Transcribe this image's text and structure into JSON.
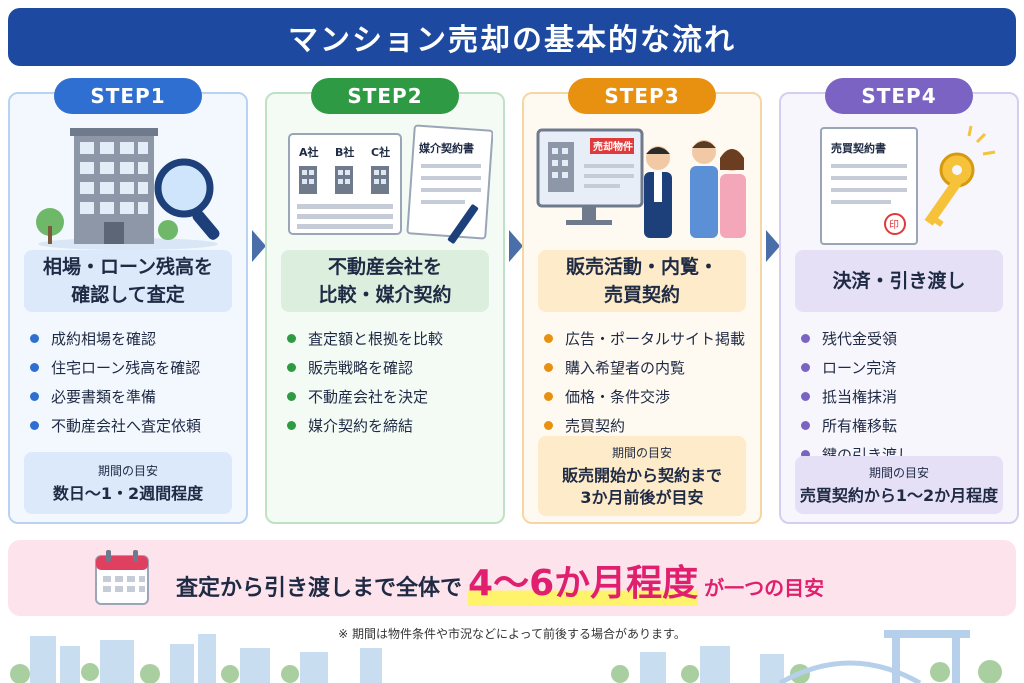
{
  "title": "マンション売却の基本的な流れ",
  "steps": [
    {
      "badge": "STEP1",
      "head_lines": [
        "相場・ローン残高を",
        "確認して査定"
      ],
      "items": [
        "成約相場を確認",
        "住宅ローン残高を確認",
        "必要書類を準備",
        "不動産会社へ査定依頼"
      ],
      "period_label": "期間の目安",
      "period_lines": [
        "数日〜1・2週間程度"
      ],
      "colors": {
        "accent": "#2f6fd1",
        "border": "#b9d2f1",
        "bg": "#f3f8fe",
        "head": "#dbe9fb",
        "period": "#dbe9fb"
      }
    },
    {
      "badge": "STEP2",
      "head_lines": [
        "不動産会社を",
        "比較・媒介契約"
      ],
      "items": [
        "査定額と根拠を比較",
        "販売戦略を確認",
        "不動産会社を決定",
        "媒介契約を締結"
      ],
      "illus_labels": [
        "A社",
        "B社",
        "C社"
      ],
      "doc_title": "媒介契約書",
      "colors": {
        "accent": "#2e9a44",
        "border": "#bfe2c4",
        "bg": "#f4fbf5",
        "head": "#dcefdf"
      }
    },
    {
      "badge": "STEP3",
      "head_lines": [
        "販売活動・内覧・",
        "売買契約"
      ],
      "items": [
        "広告・ポータルサイト掲載",
        "購入希望者の内覧",
        "価格・条件交渉",
        "売買契約"
      ],
      "screen_label": "売却物件",
      "period_label": "期間の目安",
      "period_lines": [
        "販売開始から契約まで",
        "3か月前後が目安"
      ],
      "colors": {
        "accent": "#e8900f",
        "border": "#f6d7a4",
        "bg": "#fffaf1",
        "head": "#fdebc9",
        "period": "#fdebc9"
      }
    },
    {
      "badge": "STEP4",
      "head_lines": [
        "決済・引き渡し"
      ],
      "items": [
        "残代金受領",
        "ローン完済",
        "抵当権抹消",
        "所有権移転",
        "鍵の引き渡し"
      ],
      "doc_title": "売買契約書",
      "seal": "印",
      "period_label": "期間の目安",
      "period_lines": [
        "売買契約から1〜2か月程度"
      ],
      "colors": {
        "accent": "#7b63c4",
        "border": "#d6cdf0",
        "bg": "#f8f6fd",
        "head": "#e6e0f7",
        "period": "#e6e0f7"
      }
    }
  ],
  "summary": {
    "text_a": "査定から引き渡しまで全体で",
    "text_b": "4〜6か月程度",
    "text_c": "が一つの目安"
  },
  "note": "※ 期間は物件条件や市況などによって前後する場合があります。"
}
